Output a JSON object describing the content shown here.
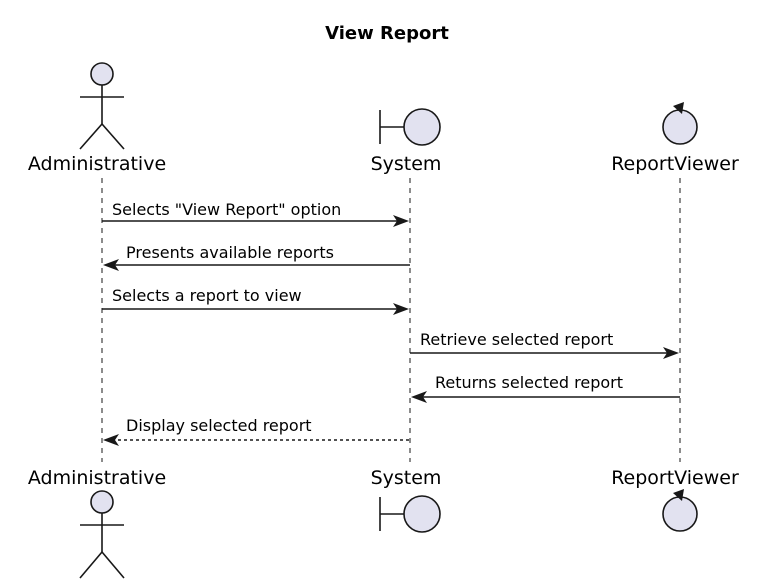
{
  "diagram": {
    "title": "View Report",
    "participants": {
      "admin": {
        "label": "Administrative",
        "kind": "actor"
      },
      "system": {
        "label": "System",
        "kind": "boundary"
      },
      "viewer": {
        "label": "ReportViewer",
        "kind": "control"
      }
    },
    "messages": [
      {
        "from": "admin",
        "to": "system",
        "text": "Selects \"View Report\" option",
        "style": "solid"
      },
      {
        "from": "system",
        "to": "admin",
        "text": "Presents available reports",
        "style": "solid"
      },
      {
        "from": "admin",
        "to": "system",
        "text": "Selects a report to view",
        "style": "solid"
      },
      {
        "from": "system",
        "to": "viewer",
        "text": "Retrieve selected report",
        "style": "solid"
      },
      {
        "from": "viewer",
        "to": "system",
        "text": "Returns selected report",
        "style": "solid"
      },
      {
        "from": "system",
        "to": "admin",
        "text": "Display selected report",
        "style": "dashed"
      }
    ],
    "colors": {
      "fill": "#E2E2F0",
      "stroke": "#181818",
      "text": "#000000"
    }
  }
}
